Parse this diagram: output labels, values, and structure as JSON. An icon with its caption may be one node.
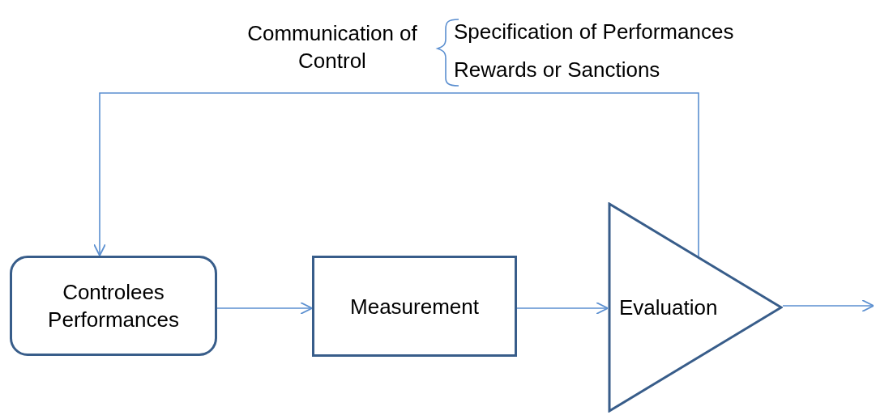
{
  "diagram": {
    "nodes": [
      {
        "text": [
          "Controlees Performances"
        ]
      },
      {
        "text": [
          "Measurement"
        ]
      },
      {
        "text": [
          "Evaluation"
        ]
      }
    ],
    "edges": [
      {
        "from": 0,
        "to": 1,
        "arrow": "to"
      },
      {
        "from": 1,
        "to": 2,
        "arrow": "to"
      },
      {
        "from": 2,
        "to": 0,
        "arrow": "to"
      },
      {
        "from": 2,
        "to": null,
        "arrow": "to"
      }
    ],
    "labels": [
      "Communication of Control",
      "Specification of Performances",
      "Rewards or Sanctions"
    ]
  }
}
